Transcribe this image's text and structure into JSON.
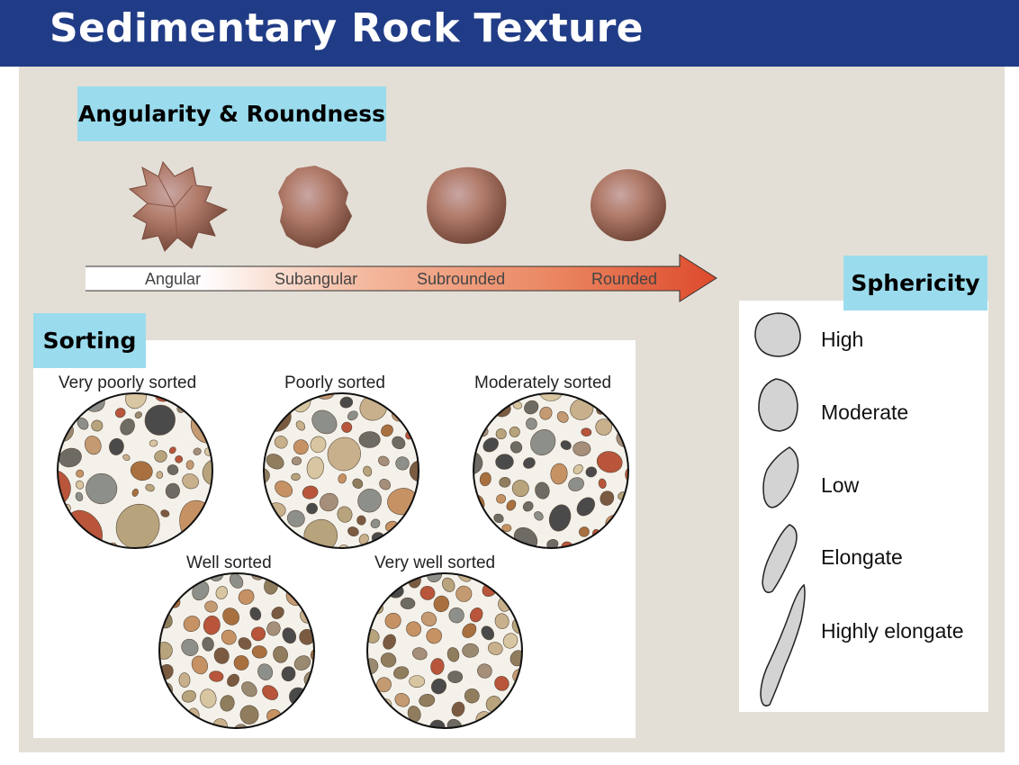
{
  "title": "Sedimentary Rock Texture",
  "angularity": {
    "heading": "Angularity & Roundness",
    "scale": [
      "Angular",
      "Subangular",
      "Subrounded",
      "Rounded"
    ]
  },
  "sorting": {
    "heading": "Sorting",
    "labels": [
      "Very poorly sorted",
      "Poorly sorted",
      "Moderately sorted",
      "Well sorted",
      "Very well sorted"
    ]
  },
  "sphericity": {
    "heading": "Sphericity",
    "labels": [
      "High",
      "Moderate",
      "Low",
      "Elongate",
      "Highly elongate"
    ]
  },
  "colors": {
    "header": "#213c86",
    "panel": "#e3dfd6",
    "label_box": "#9adced",
    "arrow": "#dd4a2c"
  }
}
